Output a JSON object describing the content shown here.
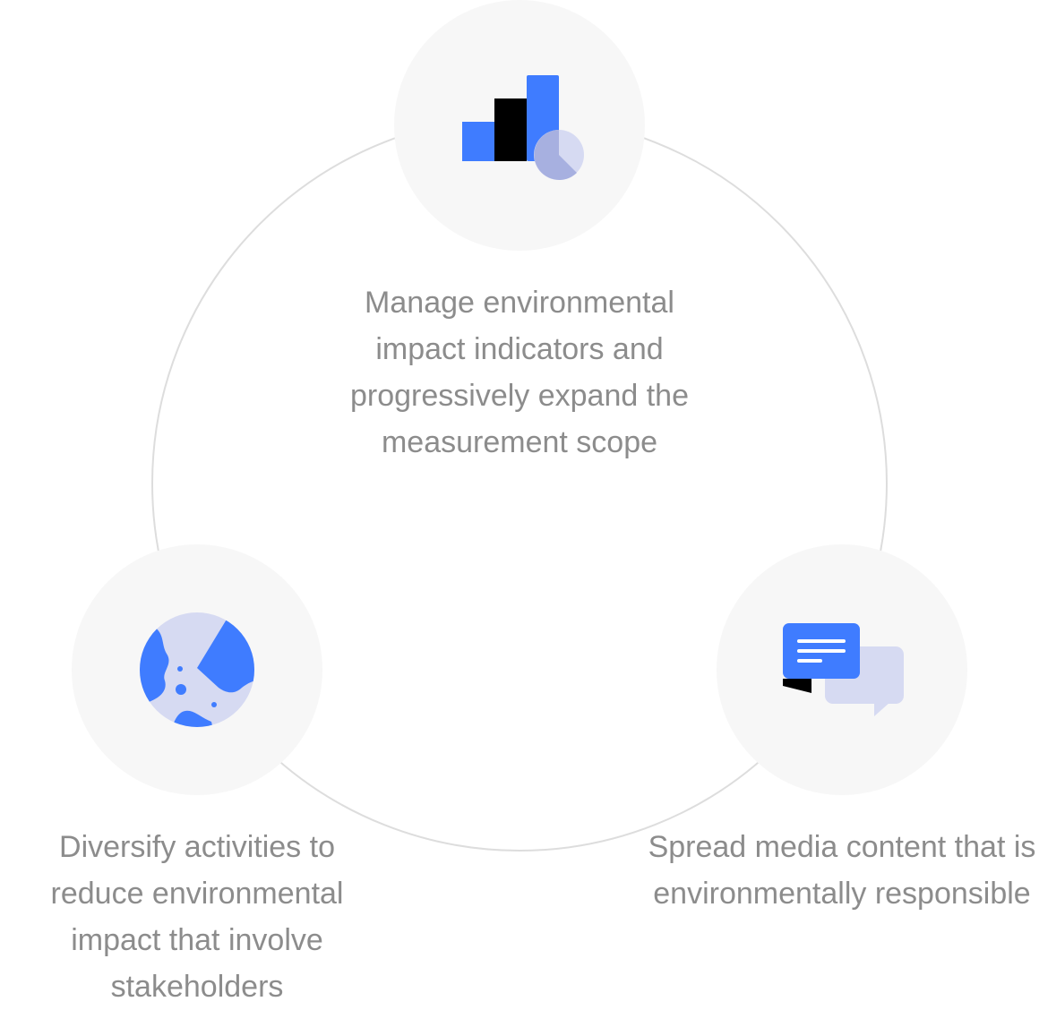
{
  "colors": {
    "accent_blue": "#3f7cff",
    "light_lavender": "#d6daf2",
    "muted_lavender": "#a7b0e0",
    "ink": "#000000",
    "node_bg": "#f7f7f7",
    "ring_stroke": "#dddddd",
    "caption_text": "#8c8c8c"
  },
  "nodes": [
    {
      "icon": "bar-chart-pie-icon",
      "caption": "Manage environmental impact indicators and progressively expand the measurement scope"
    },
    {
      "icon": "globe-icon",
      "caption": "Diversify activities to reduce environmental impact that involve stakeholders"
    },
    {
      "icon": "chat-bubbles-icon",
      "caption": "Spread media content that is environmentally responsible"
    }
  ]
}
